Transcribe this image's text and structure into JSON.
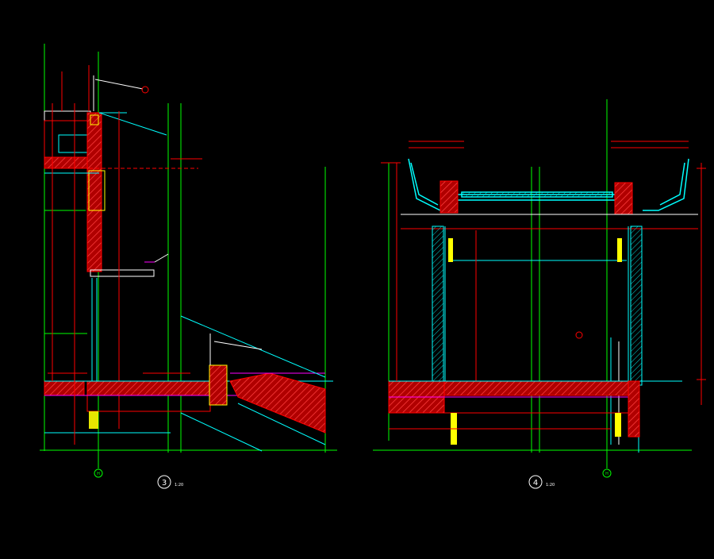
{
  "colors": {
    "background": "#000000",
    "grid_line": "#00ff00",
    "dimension": "#ff0000",
    "structure": "#00ffff",
    "hatch": "#ff2a2a",
    "steel": "#ffff00",
    "detail": "#ffffff",
    "accent": "#ff00ff"
  },
  "left_section": {
    "detail_number": "3",
    "scale": "1:20",
    "axis_label": "H"
  },
  "right_section": {
    "detail_number": "4",
    "scale": "1:20",
    "axis_label": "H"
  }
}
